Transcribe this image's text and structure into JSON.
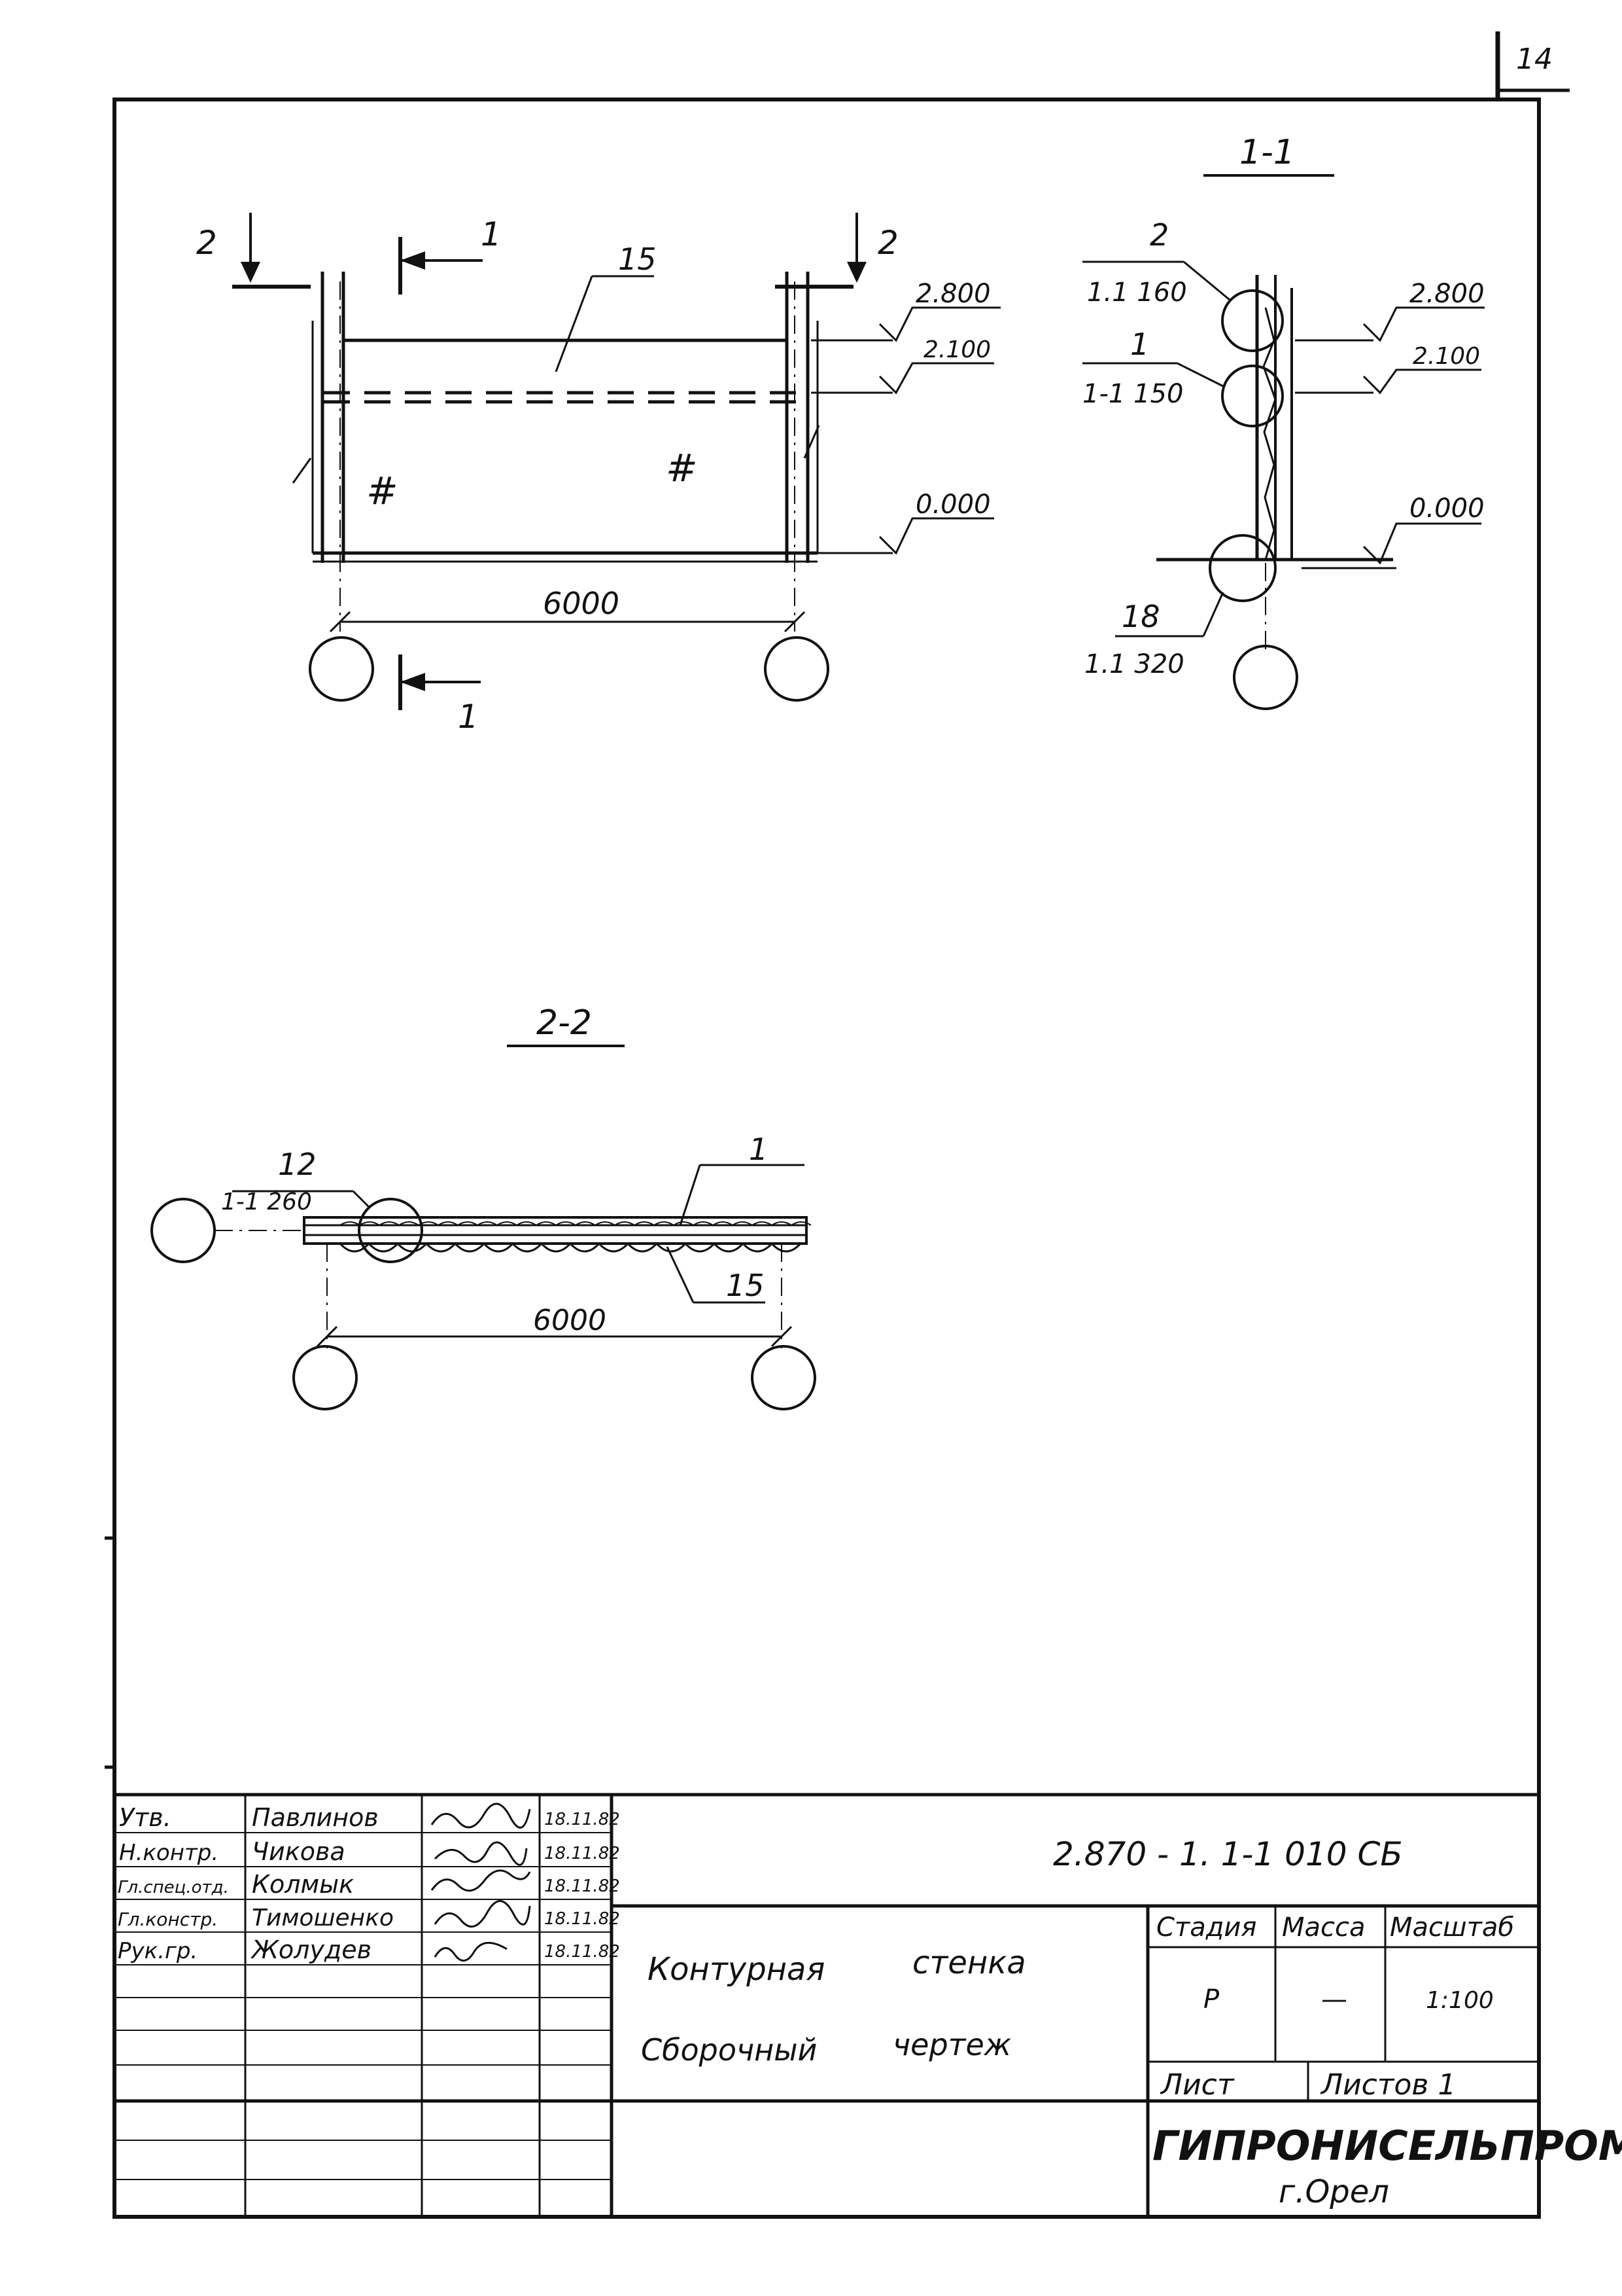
{
  "sheet": {
    "page_number": "14"
  },
  "view_main": {
    "marker_2_left": "2",
    "marker_2_right": "2",
    "marker_1_top": "1",
    "marker_1_bottom": "1",
    "part_label": "15",
    "dim_span": "6000",
    "level_top": "2.800",
    "level_mid": "2.100",
    "level_zero": "0.000"
  },
  "section_1_1": {
    "title": "1-1",
    "callout_1_num": "2",
    "callout_1_ref": "1.1 160",
    "callout_2_num": "1",
    "callout_2_ref": "1-1 150",
    "callout_3_num": "18",
    "callout_3_ref": "1.1 320",
    "level_top": "2.800",
    "level_mid": "2.100",
    "level_zero": "0.000"
  },
  "section_2_2": {
    "title": "2-2",
    "callout_left_num": "12",
    "callout_left_ref": "1-1 260",
    "callout_right_num": "1",
    "callout_bottom_num": "15",
    "dim_span": "6000"
  },
  "title_block": {
    "doc_code": "2.870 - 1. 1-1  010  СБ",
    "title_line1_a": "Контурная",
    "title_line1_b": "стенка",
    "title_line2_a": "Сборочный",
    "title_line2_b": "чертеж",
    "col_stage": "Стадия",
    "col_mass": "Масса",
    "col_scale": "Масштаб",
    "stage_value": "Р",
    "mass_value": "—",
    "scale_value": "1:100",
    "sheet_label": "Лист",
    "sheets_label": "Листов 1",
    "organization": "ГИПРОНИСЕЛЬПРОМ",
    "city": "г.Орел",
    "signatures": [
      {
        "role": "Утв.",
        "name": "Павлинов",
        "date": "18.11.82"
      },
      {
        "role": "Н.контр.",
        "name": "Чикова",
        "date": "18.11.82"
      },
      {
        "role": "Гл.спец.отд.",
        "name": "Колмык",
        "date": "18.11.82"
      },
      {
        "role": "Гл.констр.",
        "name": "Тимошенко",
        "date": "18.11.82"
      },
      {
        "role": "Рук.гр.",
        "name": "Жолудев",
        "date": "18.11.82"
      }
    ]
  }
}
